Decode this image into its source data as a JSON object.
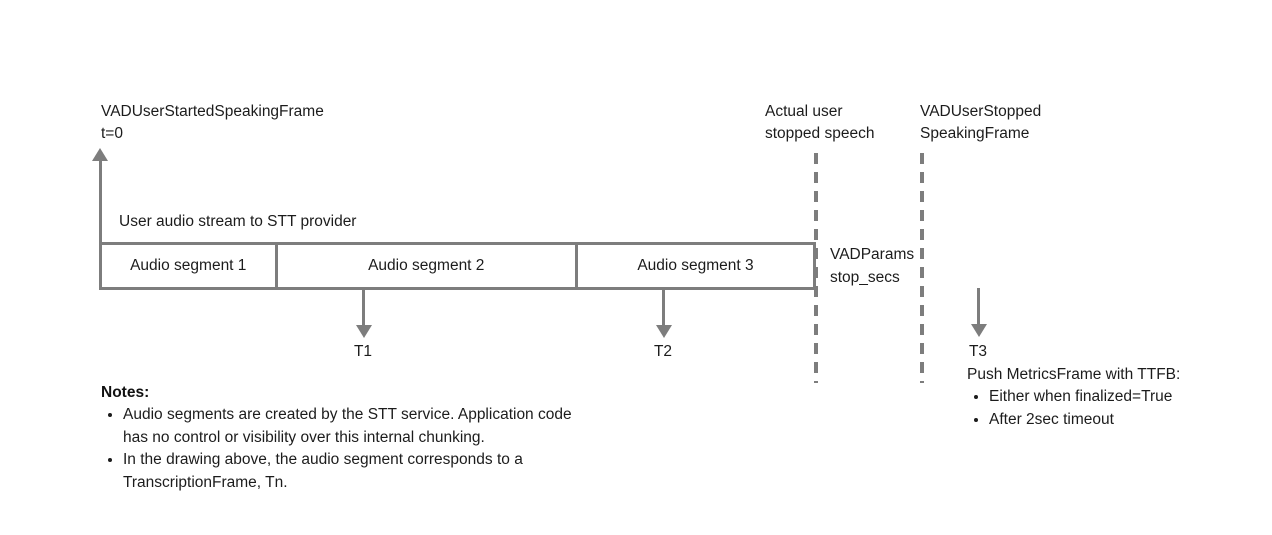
{
  "diagram": {
    "title_top_left": "VADUserStartedSpeakingFrame",
    "t_zero": "t=0",
    "stream_label": "User audio stream to STT provider",
    "actual_stop_line1": "Actual user",
    "actual_stop_line2": "stopped speech",
    "vad_stopped_line1": "VADUserStopped",
    "vad_stopped_line2": "SpeakingFrame",
    "vadparams_line1": "VADParams",
    "vadparams_line2": "stop_secs",
    "segments": [
      {
        "label": "Audio segment 1"
      },
      {
        "label": "Audio segment 2"
      },
      {
        "label": "Audio segment 3"
      }
    ],
    "transcription_marks": [
      {
        "label": "T1"
      },
      {
        "label": "T2"
      },
      {
        "label": "T3"
      }
    ],
    "notes": {
      "heading": "Notes:",
      "items": [
        "Audio segments are created by the STT service. Application code has no control or visibility over this internal chunking.",
        "In the drawing above, the audio segment corresponds to a TranscriptionFrame, Tn."
      ]
    },
    "metrics": {
      "heading": "Push MetricsFrame with TTFB:",
      "items": [
        "Either when finalized=True",
        "After 2sec timeout"
      ]
    },
    "colors": {
      "stroke": "#7d7d7d",
      "text": "#1c1c1c",
      "background": "#ffffff"
    }
  }
}
